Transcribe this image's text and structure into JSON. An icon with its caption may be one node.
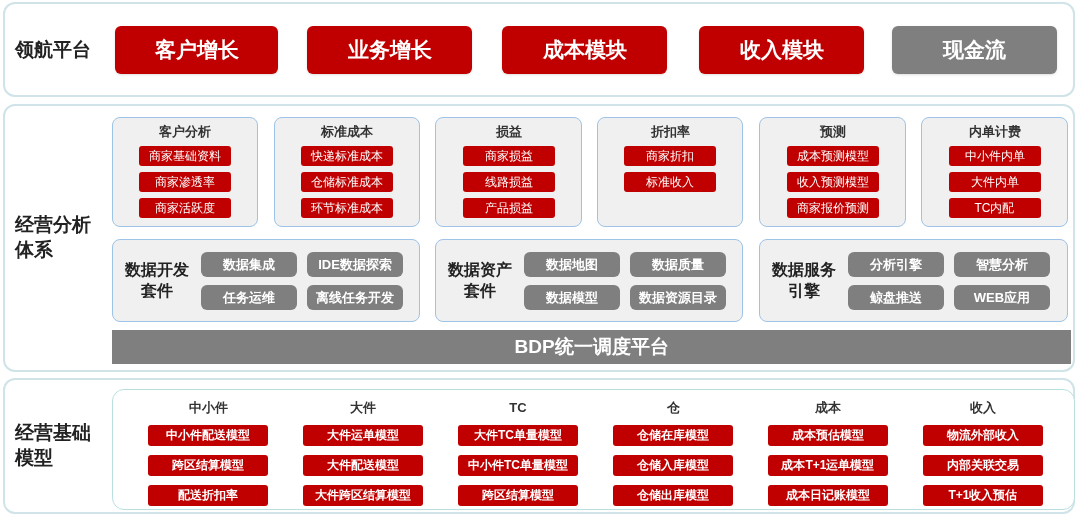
{
  "diagram": {
    "nodes": [
      {
        "text": [
          "领航平台"
        ]
      },
      {
        "text": [
          "客户增长"
        ],
        "in": 0
      },
      {
        "text": [
          "业务增长"
        ],
        "in": 0
      },
      {
        "text": [
          "成本模块"
        ],
        "in": 0
      },
      {
        "text": [
          "收入模块"
        ],
        "in": 0
      },
      {
        "text": [
          "现金流"
        ],
        "in": 0
      },
      {
        "text": [
          "经营分析体系"
        ]
      },
      {
        "text": [
          "客户分析"
        ],
        "in": 6
      },
      {
        "text": [
          "商家基础资料"
        ],
        "in": 7
      },
      {
        "text": [
          "商家渗透率"
        ],
        "in": 7
      },
      {
        "text": [
          "商家活跃度"
        ],
        "in": 7
      },
      {
        "text": [
          "标准成本"
        ],
        "in": 6
      },
      {
        "text": [
          "快递标准成本"
        ],
        "in": 11
      },
      {
        "text": [
          "仓储标准成本"
        ],
        "in": 11
      },
      {
        "text": [
          "环节标准成本"
        ],
        "in": 11
      },
      {
        "text": [
          "损益"
        ],
        "in": 6
      },
      {
        "text": [
          "商家损益"
        ],
        "in": 15
      },
      {
        "text": [
          "线路损益"
        ],
        "in": 15
      },
      {
        "text": [
          "产品损益"
        ],
        "in": 15
      },
      {
        "text": [
          "折扣率"
        ],
        "in": 6
      },
      {
        "text": [
          "商家折扣"
        ],
        "in": 19
      },
      {
        "text": [
          "标准收入"
        ],
        "in": 19
      },
      {
        "text": [
          "预测"
        ],
        "in": 6
      },
      {
        "text": [
          "成本预测模型"
        ],
        "in": 22
      },
      {
        "text": [
          "收入预测模型"
        ],
        "in": 22
      },
      {
        "text": [
          "商家报价预测"
        ],
        "in": 22
      },
      {
        "text": [
          "内单计费"
        ],
        "in": 6
      },
      {
        "text": [
          "中小件内单"
        ],
        "in": 26
      },
      {
        "text": [
          "大件内单"
        ],
        "in": 26
      },
      {
        "text": [
          "TC内配"
        ],
        "in": 26
      },
      {
        "text": [
          "数据开发套件"
        ],
        "in": 6
      },
      {
        "text": [
          "数据集成"
        ],
        "in": 30
      },
      {
        "text": [
          "IDE数据探索"
        ],
        "in": 30
      },
      {
        "text": [
          "任务运维"
        ],
        "in": 30
      },
      {
        "text": [
          "离线任务开发"
        ],
        "in": 30
      },
      {
        "text": [
          "数据资产套件"
        ],
        "in": 6
      },
      {
        "text": [
          "数据地图"
        ],
        "in": 35
      },
      {
        "text": [
          "数据质量"
        ],
        "in": 35
      },
      {
        "text": [
          "数据模型"
        ],
        "in": 35
      },
      {
        "text": [
          "数据资源目录"
        ],
        "in": 35
      },
      {
        "text": [
          "数据服务引擎"
        ],
        "in": 6
      },
      {
        "text": [
          "分析引擎"
        ],
        "in": 40
      },
      {
        "text": [
          "智慧分析"
        ],
        "in": 40
      },
      {
        "text": [
          "鲸盘推送"
        ],
        "in": 40
      },
      {
        "text": [
          "WEB应用"
        ],
        "in": 40
      },
      {
        "text": [
          "BDP统一调度平台"
        ],
        "in": 6
      },
      {
        "text": [
          "经营基础模型"
        ]
      },
      {
        "text": [],
        "shape": "box",
        "in": 46
      },
      {
        "text": [
          "中小件配送模型"
        ],
        "in": 47
      },
      {
        "text": [
          "跨区结算模型"
        ],
        "in": 47
      },
      {
        "text": [
          "配送折扣率"
        ],
        "in": 47
      },
      {
        "text": [
          "大件运单模型"
        ],
        "in": 47
      },
      {
        "text": [
          "大件配送模型"
        ],
        "in": 47
      },
      {
        "text": [
          "大件跨区结算模型"
        ],
        "in": 47
      },
      {
        "text": [
          "大件TC单量模型"
        ],
        "in": 47
      },
      {
        "text": [
          "中小件TC单量模型"
        ],
        "in": 47
      },
      {
        "text": [
          "跨区结算模型"
        ],
        "in": 47
      },
      {
        "text": [
          "仓储在库模型"
        ],
        "in": 47
      },
      {
        "text": [
          "仓储入库模型"
        ],
        "in": 47
      },
      {
        "text": [
          "仓储出库模型"
        ],
        "in": 47
      },
      {
        "text": [
          "成本预估模型"
        ],
        "in": 47
      },
      {
        "text": [
          "成本T+1运单模型"
        ],
        "in": 47
      },
      {
        "text": [
          "成本日记账模型"
        ],
        "in": 47
      },
      {
        "text": [
          "物流外部收入"
        ],
        "in": 47
      },
      {
        "text": [
          "内部关联交易"
        ],
        "in": 47
      },
      {
        "text": [
          "T+1收入预估"
        ],
        "in": 47
      }
    ],
    "labels": [
      "中小件",
      "大件",
      "TC",
      "仓",
      "成本",
      "收入"
    ]
  }
}
